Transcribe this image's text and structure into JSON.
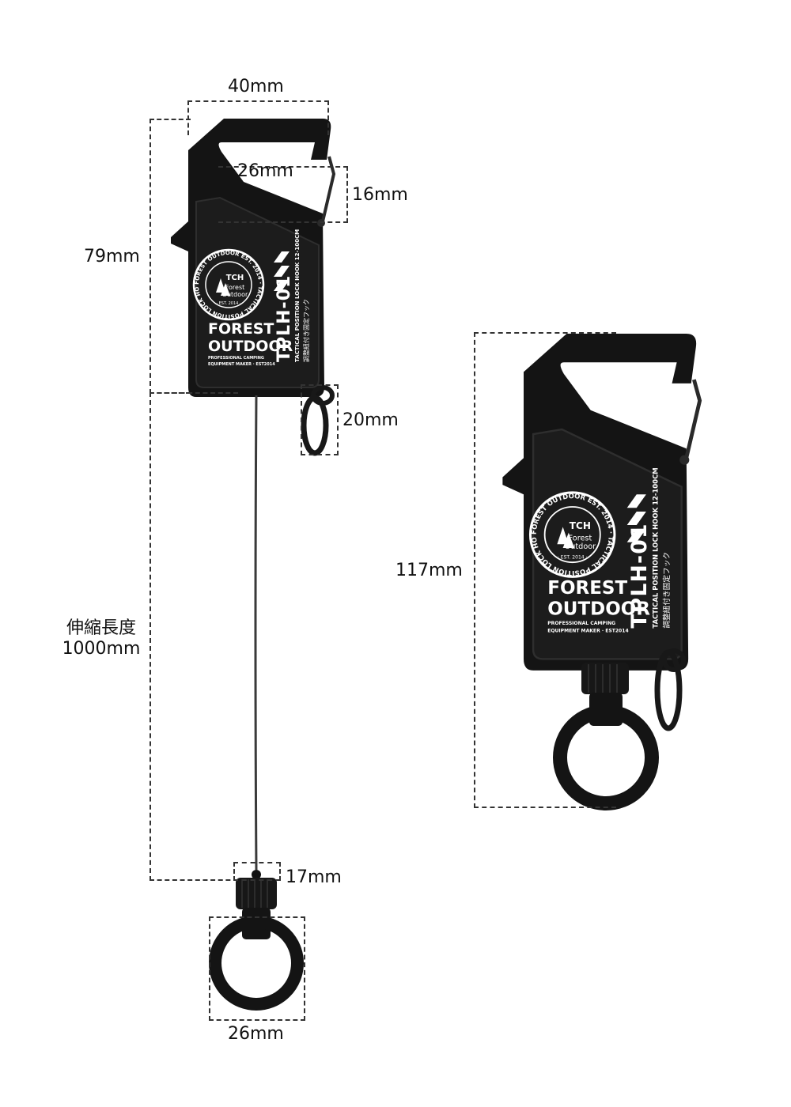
{
  "dimensions": {
    "top_width": "40mm",
    "opening_width": "26mm",
    "opening_height": "16mm",
    "body_height": "79mm",
    "split_ring": "20mm",
    "extension_label": "伸縮長度",
    "extension_value": "1000mm",
    "connector": "17mm",
    "ring_diameter": "26mm",
    "total_length": "117mm"
  },
  "product": {
    "brand_line1": "FOREST",
    "brand_line2": "OUTDOOR",
    "tagline1": "PROFESSIONAL CAMPING",
    "tagline2": "EQUIPMENT MAKER · EST2014",
    "model": "TPLH-01",
    "subtitle_en": "TACTICAL POSITION LOCK HOOK 12-100CM",
    "subtitle_jp": "調整紐付き固定フック",
    "badge_ring_text": "FOREST OUTDOOR EST. 2014 · TACTICAL POSITION LOCK HOOK ·",
    "badge_monogram": "TCH",
    "badge_name1": "Forest",
    "badge_name2": "Outdoor",
    "badge_est": "· EST. 2014 ·"
  },
  "colors": {
    "body": "#141414",
    "ink": "#111111",
    "print": "#ffffff",
    "dash": "#333333"
  }
}
